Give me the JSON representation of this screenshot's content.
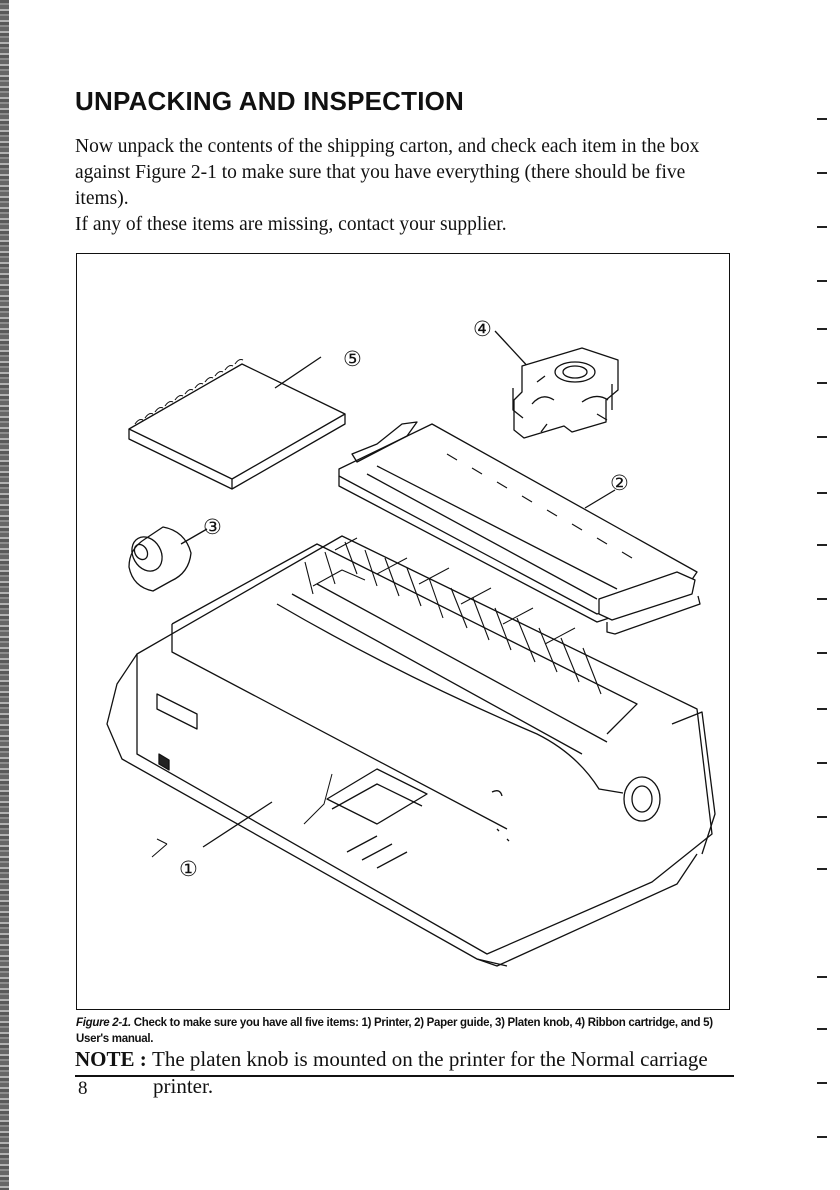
{
  "title": "UNPACKING AND INSPECTION",
  "intro": {
    "para1": "Now unpack the contents of the shipping carton, and check each item in the box against Figure 2-1 to make sure that you have everything (there should be five items).",
    "para2": "If any of these items are missing, contact your supplier."
  },
  "figure": {
    "callouts": [
      "①",
      "②",
      "③",
      "④",
      "⑤"
    ],
    "caption_label": "Figure 2-1.",
    "caption_text": " Check to make sure you have all five items: 1) Printer, 2) Paper guide, 3) Platen knob, 4) Ribbon cartridge, and 5) User's manual."
  },
  "note": {
    "label": "NOTE : ",
    "line1": "The platen knob is mounted on the printer for the Normal carriage",
    "line2": "printer."
  },
  "page_number": "8"
}
